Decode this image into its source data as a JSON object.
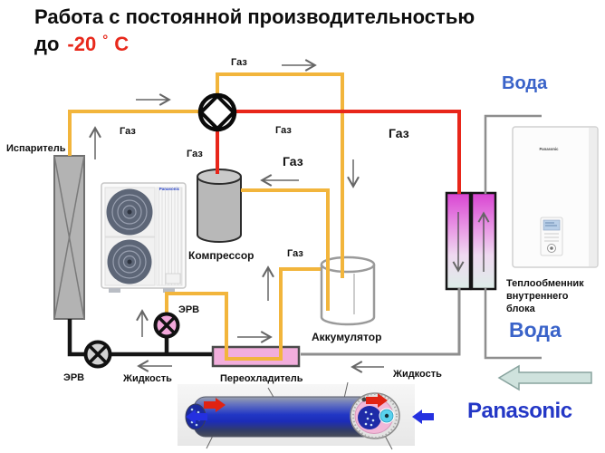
{
  "title": {
    "line1": "Работа с постоянной производительностью",
    "prefix": "до",
    "temp": "-20",
    "degree": "°",
    "unit": "С"
  },
  "labels": {
    "gas": "Газ",
    "liquid": "Жидкость",
    "water": "Вода",
    "erv": "ЭРВ",
    "evaporator": "Испаритель",
    "compressor": "Компрессор",
    "accumulator": "Аккумулятор",
    "subcooler": "Переохладитель",
    "indoor_hx_lines": [
      "Теплообменник",
      "внутреннего",
      "блока"
    ],
    "brand": "Panasonic"
  },
  "colors": {
    "gas_pipe": "#F2B53C",
    "hot_gas_pipe": "#E8261A",
    "liquid_pipe": "#151515",
    "water_pipe": "#8E8E8E",
    "water_text": "#3A63C9",
    "brand_blue": "#2337C6",
    "temp_red": "#E8291C",
    "subcooler_fill": "#F2AEDC",
    "hx_gradient_top": "#D944D2",
    "flow_arrow_gray": "#666666",
    "water_block_arrow": "#CFE2DD"
  }
}
